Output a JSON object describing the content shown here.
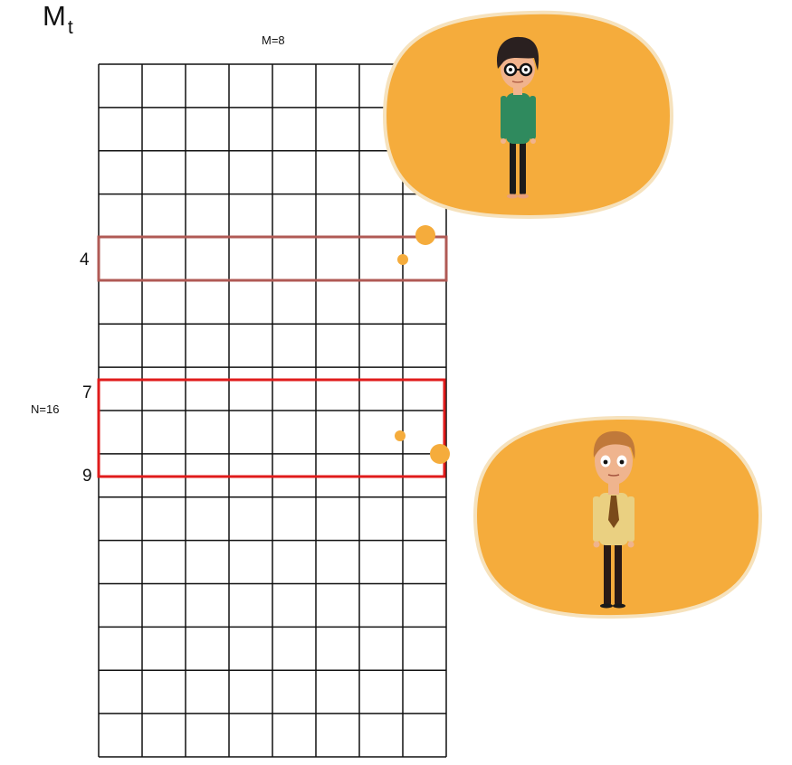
{
  "title": {
    "main": "M",
    "sub": "t"
  },
  "m_label": "M=8",
  "n_label": "N=16",
  "grid": {
    "columns": 8,
    "rows": 16
  },
  "row_labels": [
    "4",
    "7",
    "9"
  ],
  "highlight_colors": {
    "light": "#b05a55",
    "strong": "#e01b1b"
  },
  "accent": "#f5ac3c"
}
